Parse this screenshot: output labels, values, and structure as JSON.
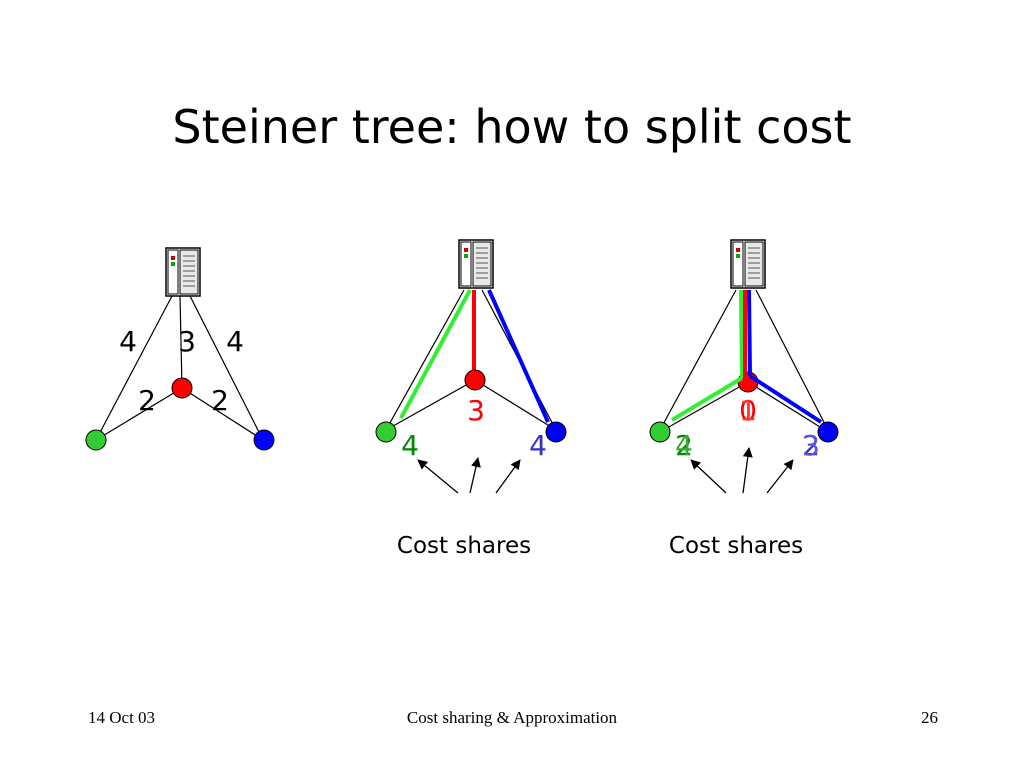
{
  "slide": {
    "title": "Steiner tree: how to split cost"
  },
  "colors": {
    "green": "#33cc33",
    "green_text": "#008800",
    "red": "#ff0000",
    "blue": "#0000ff",
    "blue_text": "#3333cc",
    "black": "#000000"
  },
  "diagram1": {
    "edge_labels": [
      "4",
      "3",
      "4",
      "2",
      "2"
    ]
  },
  "diagram2": {
    "shares": {
      "red": "3",
      "green": "4",
      "blue": "4"
    },
    "caption": "Cost shares"
  },
  "diagram3": {
    "shares_red": [
      "0",
      "1"
    ],
    "shares_green": [
      "2",
      "4"
    ],
    "shares_blue": [
      "2",
      "3"
    ],
    "caption": "Cost shares"
  },
  "footer": {
    "date": "14 Oct 03",
    "center": "Cost sharing & Approximation",
    "page": "26"
  }
}
